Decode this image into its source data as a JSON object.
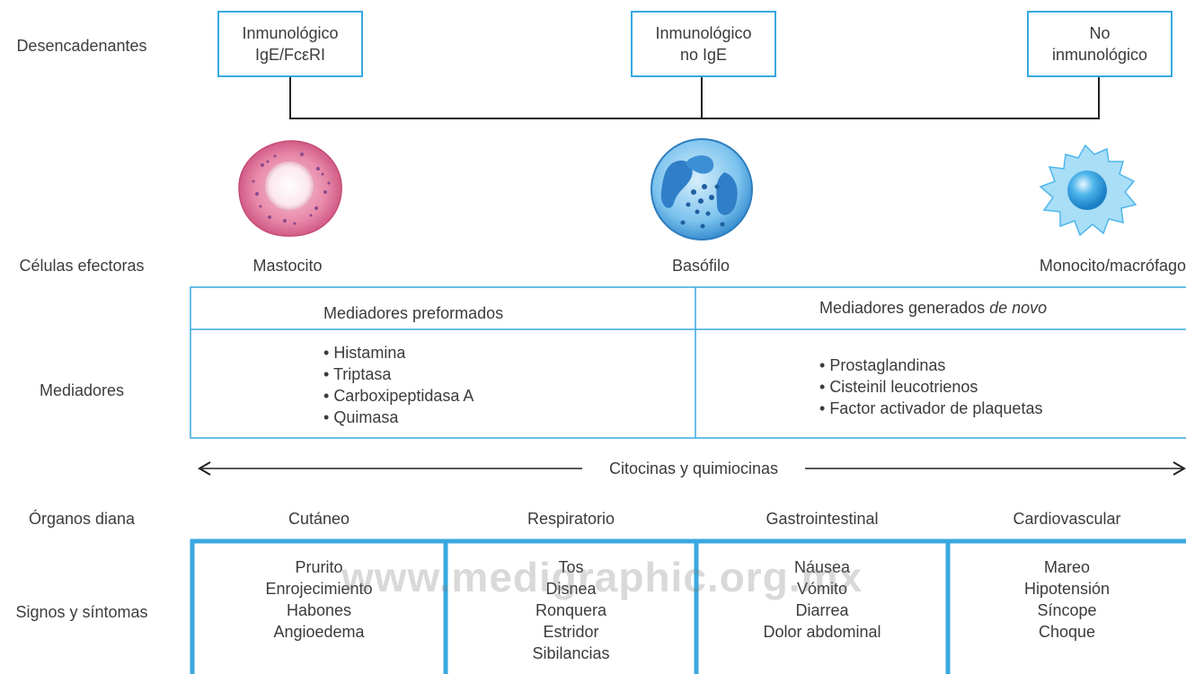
{
  "row_labels": {
    "triggers": "Desencadenantes",
    "effector_cells": "Células efectoras",
    "mediators": "Mediadores",
    "target_organs": "Órganos diana",
    "signs": "Signos y síntomas"
  },
  "triggers": [
    {
      "line1": "Inmunológico",
      "line2": "IgE/FcεRI"
    },
    {
      "line1": "Inmunológico",
      "line2": "no IgE"
    },
    {
      "line1": "No",
      "line2": "inmunológico"
    }
  ],
  "cells": [
    {
      "name": "Mastocito",
      "icon": "mast-cell-icon"
    },
    {
      "name": "Basófilo",
      "icon": "basophil-icon"
    },
    {
      "name": "Monocito/macrófago",
      "icon": "monocyte-macrophage-icon"
    }
  ],
  "mediators": {
    "preformed": {
      "title": "Mediadores preformados",
      "items": [
        "Histamina",
        "Triptasa",
        "Carboxipeptidasa A",
        "Quimasa"
      ]
    },
    "de_novo": {
      "title_prefix": "Mediadores generados ",
      "title_emphasis": "de novo",
      "items": [
        "Prostaglandinas",
        "Cisteinil leucotrienos",
        "Factor activador de plaquetas"
      ]
    }
  },
  "cytokines_label": "Citocinas y quimiocinas",
  "organs": [
    {
      "name": "Cutáneo",
      "symptoms": [
        "Prurito",
        "Enrojecimiento",
        "Habones",
        "Angioedema"
      ]
    },
    {
      "name": "Respiratorio",
      "symptoms": [
        "Tos",
        "Disnea",
        "Ronquera",
        "Estridor",
        "Sibilancias"
      ]
    },
    {
      "name": "Gastrointestinal",
      "symptoms": [
        "Náusea",
        "Vómito",
        "Diarrea",
        "Dolor abdominal"
      ]
    },
    {
      "name": "Cardiovascular",
      "symptoms": [
        "Mareo",
        "Hipotensión",
        "Síncope",
        "Choque"
      ]
    }
  ],
  "watermark": "www.medigraphic.org.mx",
  "colors": {
    "accent_blue": "#39a8e0",
    "line": "#222222",
    "text": "#3b3b3b"
  }
}
